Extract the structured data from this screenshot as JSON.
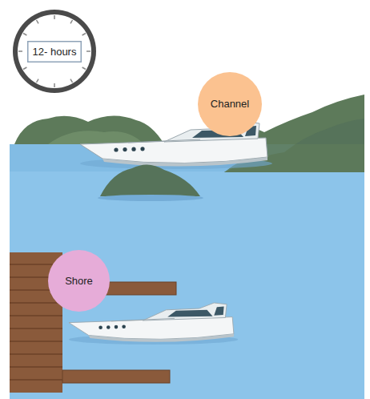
{
  "diagram": {
    "nodes": [
      {
        "text": [
          "12- hours"
        ]
      },
      {
        "text": [
          "Channel"
        ]
      },
      {
        "text": [
          "Shore"
        ]
      }
    ]
  }
}
